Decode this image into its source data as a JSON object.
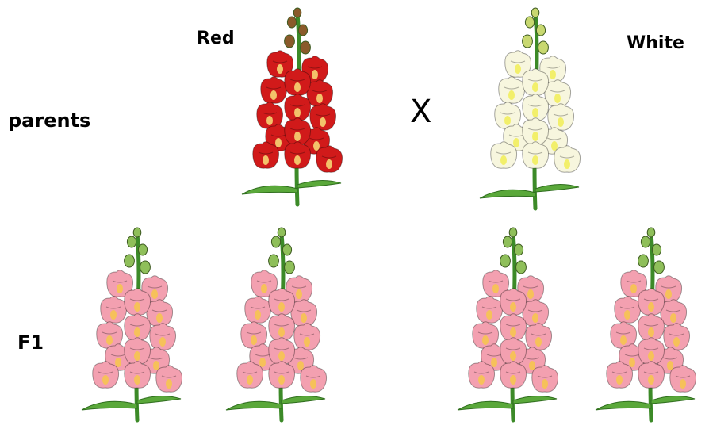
{
  "labels": {
    "parents": "parents",
    "f1": "F1",
    "red": "Red",
    "white": "White",
    "cross": "X"
  },
  "flowers": {
    "parent_red": {
      "color": "#d11a1a",
      "throat": "#f3c26a",
      "bud": "#8a5a2a"
    },
    "parent_white": {
      "color": "#f7f6de",
      "throat": "#f2ef6a",
      "bud": "#c8d870"
    },
    "f1": {
      "color": "#f3a0b0",
      "throat": "#f6c15a",
      "bud": "#8fbf5a"
    },
    "stem": "#3c8a28",
    "leaf": "#5aa83a"
  }
}
